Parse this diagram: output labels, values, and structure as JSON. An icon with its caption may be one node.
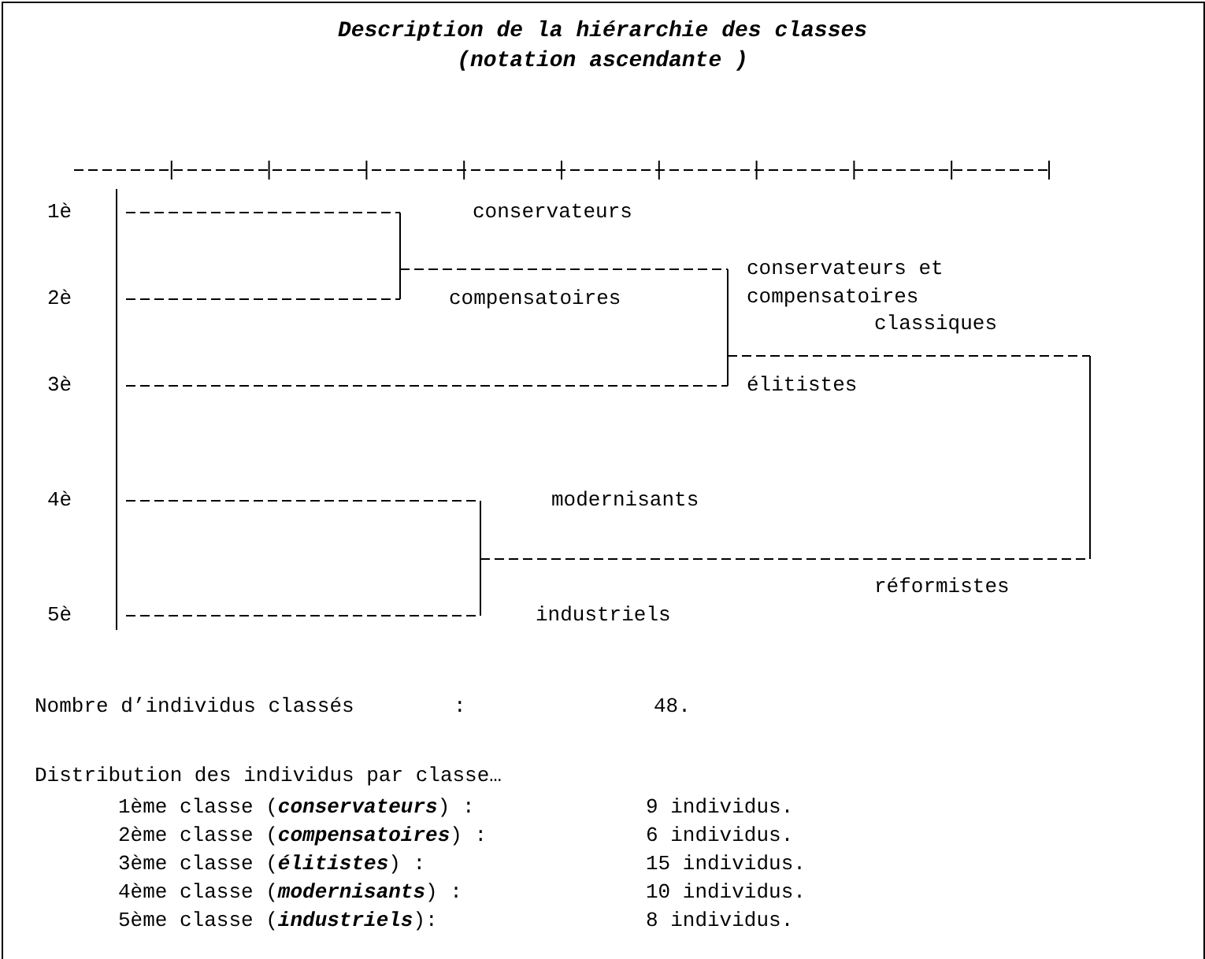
{
  "diagram": {
    "title": "Description de la hiérarchie des classes",
    "labels": [
      "(notation ascendante )",
      "1è",
      "conservateurs",
      "conservateurs et compensatoires",
      "2è",
      "compensatoires",
      "classiques",
      "3è",
      "élitistes",
      "4è",
      "modernisants",
      "réformistes",
      "5è",
      "industriels",
      "Nombre d’individus classés",
      ":",
      "48.",
      "Distribution des individus par classe…",
      "1ème classe (**conservateurs**) :",
      "9 individus.",
      "2ème classe (**compensatoires**) :",
      "6 individus.",
      "3ème classe (**élitistes**) :",
      "15 individus.",
      "4ème classe (**modernisants**) :",
      "10 individus.",
      "5ème classe (**industriels**):",
      "8 individus."
    ]
  }
}
